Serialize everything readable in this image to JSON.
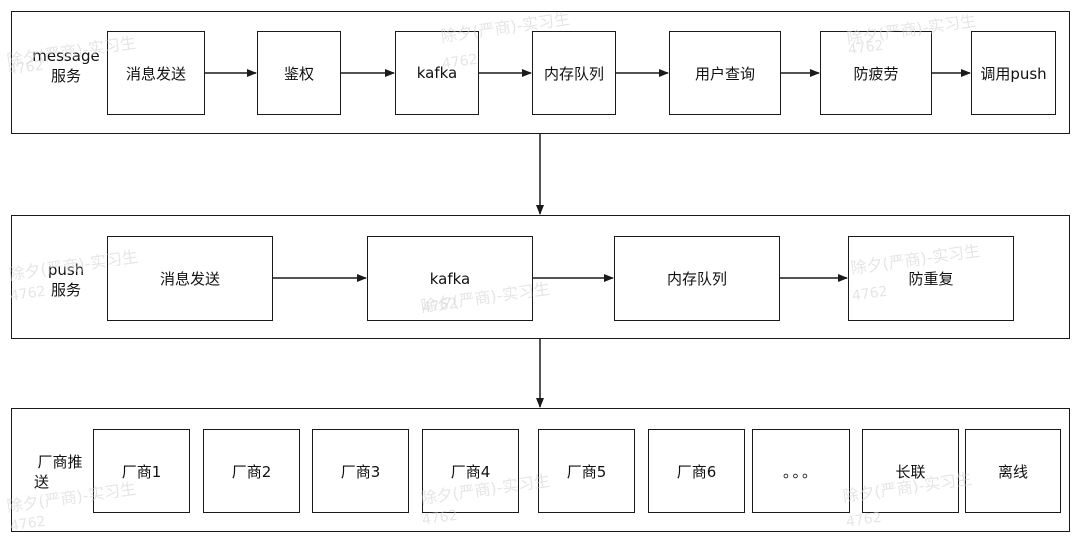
{
  "panels": {
    "message": {
      "label_line1": "message",
      "label_line2": "服务"
    },
    "push": {
      "label_line1": "push",
      "label_line2": "服务"
    },
    "vendor": {
      "label_line1": "厂商推",
      "label_line2": "送"
    }
  },
  "message_nodes": [
    "消息发送",
    "鉴权",
    "kafka",
    "内存队列",
    "用户查询",
    "防疲劳",
    "调用push"
  ],
  "push_nodes": [
    "消息发送",
    "kafka",
    "内存队列",
    "防重复"
  ],
  "vendor_nodes": [
    "厂商1",
    "厂商2",
    "厂商3",
    "厂商4",
    "厂商5",
    "厂商6",
    "。。。",
    "长联",
    "离线"
  ],
  "watermark": {
    "line1": "除夕(严商)-实习生",
    "line2": "4762"
  },
  "colors": {
    "stroke": "#1a1a1a",
    "text": "#111111",
    "watermark": "#d0d0d0"
  }
}
